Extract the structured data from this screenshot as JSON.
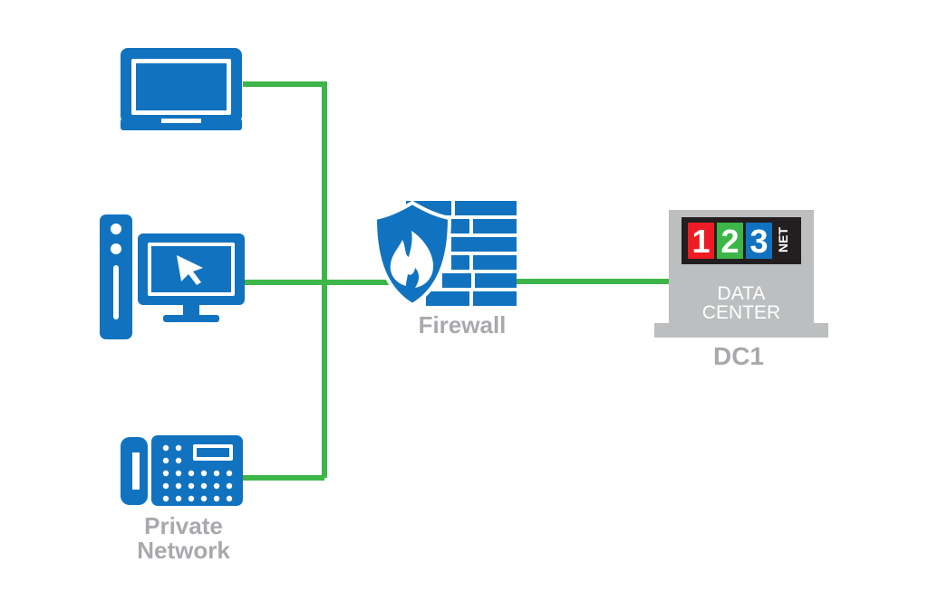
{
  "diagram": {
    "private_network": {
      "label_line1": "Private",
      "label_line2": "Network",
      "devices": [
        "laptop-icon",
        "desktop-computer-icon",
        "desk-phone-icon"
      ]
    },
    "firewall": {
      "label": "Firewall",
      "icon": "firewall-shield-icon"
    },
    "data_center": {
      "logo_digits": [
        "1",
        "2",
        "3"
      ],
      "logo_suffix": "NET",
      "text_line1": "DATA",
      "text_line2": "CENTER",
      "label": "DC1"
    },
    "colors": {
      "device_blue": "#1173bf",
      "link_green": "#3cb648",
      "label_gray": "#a7a9ac",
      "dc_gray": "#bcbec0",
      "logo_red": "#ed1c24",
      "logo_green": "#3cb648",
      "logo_blue": "#1173bf"
    }
  }
}
